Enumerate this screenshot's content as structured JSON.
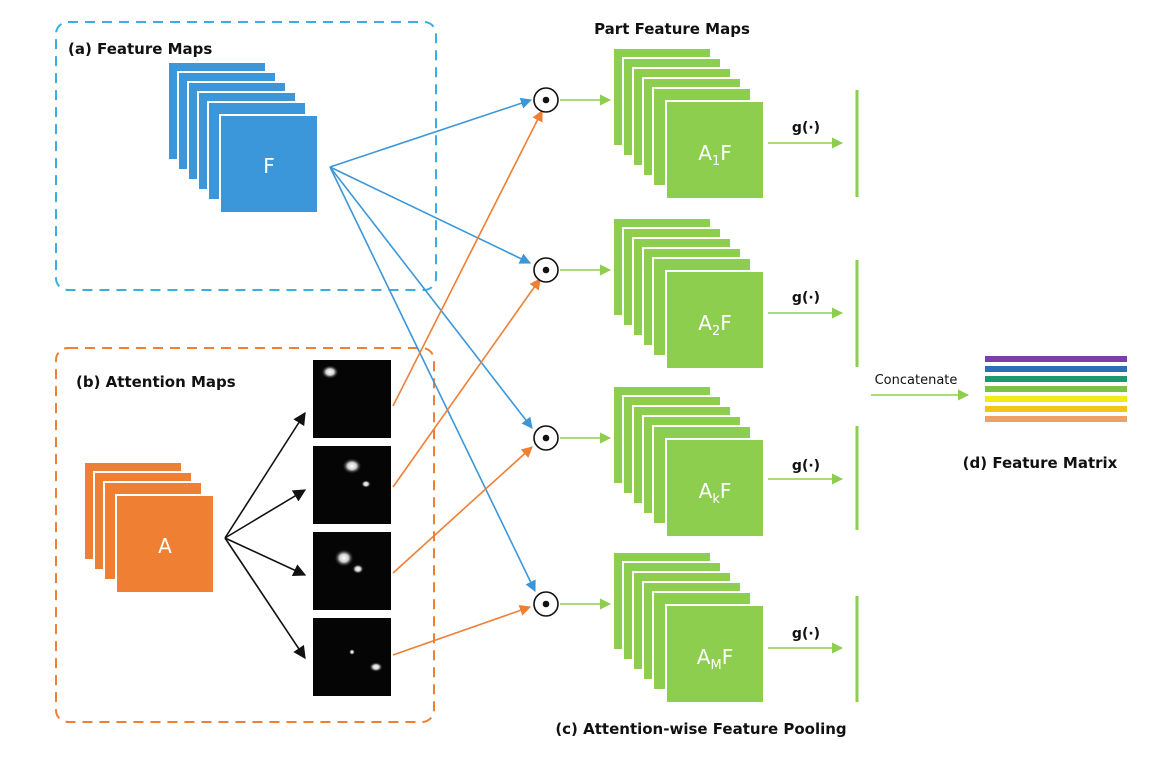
{
  "labels": {
    "feature_maps": "(a) Feature Maps",
    "attention_maps": "(b) Attention Maps",
    "part_feature_maps": "Part Feature Maps",
    "pooling": "(c) Attention-wise Feature Pooling",
    "feature_matrix": "(d) Feature Matrix",
    "concatenate": "Concatenate"
  },
  "feature_stack_label": "F",
  "attention_stack_label": "A",
  "multiply_symbol": "⊙",
  "part_maps": [
    {
      "base": "A",
      "sub": "1",
      "suffix": "F",
      "func": "g(·)"
    },
    {
      "base": "A",
      "sub": "2",
      "suffix": "F",
      "func": "g(·)"
    },
    {
      "base": "A",
      "sub": "k",
      "suffix": "F",
      "func": "g(·)"
    },
    {
      "base": "A",
      "sub": "M",
      "suffix": "F",
      "func": "g(·)"
    }
  ],
  "colors": {
    "blue": "#3b97d9",
    "orange": "#ee7f33",
    "green": "#8ece4f",
    "black": "#111111",
    "matrix_stripes": [
      "#7b3fa6",
      "#2b6fb5",
      "#1a9a6e",
      "#7cc24a",
      "#f4ea1a",
      "#f6c21c",
      "#f0a060"
    ]
  }
}
